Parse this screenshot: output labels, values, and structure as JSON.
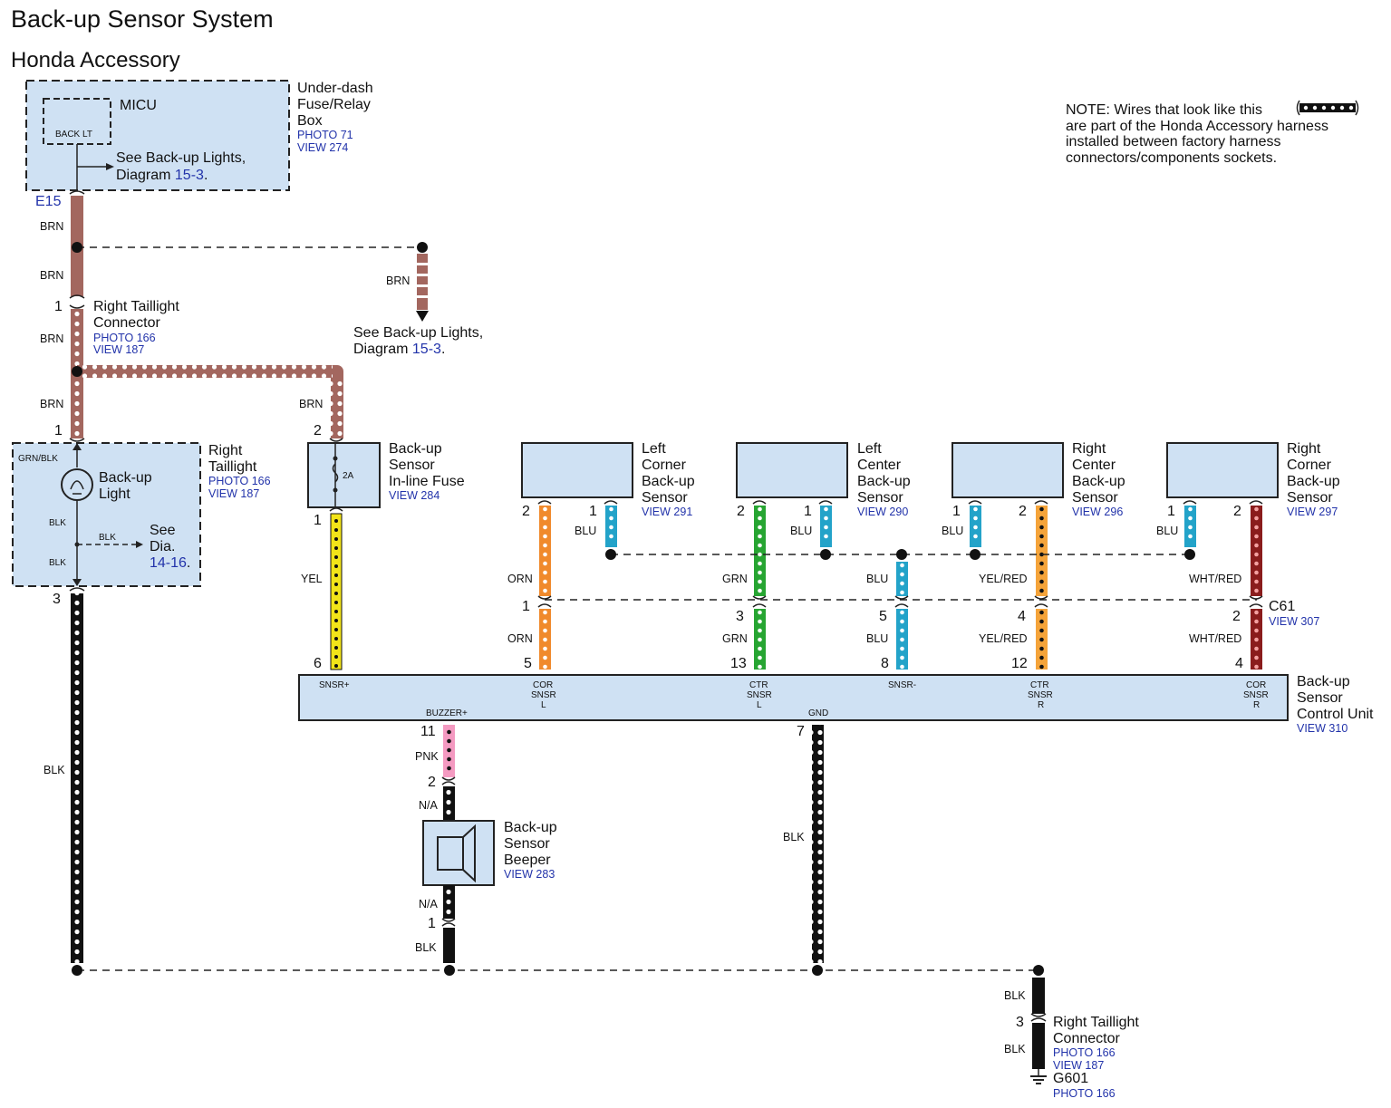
{
  "title": "Back-up Sensor System",
  "subtitle": "Honda Accessory",
  "note": [
    "NOTE: Wires that look like this",
    "are part of the Honda Accessory harness",
    "installed between factory harness",
    "connectors/components sockets."
  ],
  "colors": {
    "BRN": "#a3675f",
    "BLK": "#111111",
    "YEL": "#f2e419",
    "ORN": "#f08a2c",
    "GRN": "#27a532",
    "BLU": "#23a3c9",
    "YEL/RED": "#f5a43a",
    "WHT/RED": "#8a1c1c",
    "PNK": "#f49ac1",
    "box_fill": "#cfe1f3",
    "ref_text": "#2233aa"
  },
  "components": {
    "fuse_box": {
      "name": [
        "Under-dash",
        "Fuse/Relay",
        "Box"
      ],
      "photo": "PHOTO 71",
      "view": "VIEW 274",
      "micu": "MICU",
      "back_lt": "BACK LT",
      "see": "See Back-up Lights,",
      "see2": "Diagram ",
      "see_ref": "15-3",
      "connector": "E15"
    },
    "taillight_conn_top": {
      "name": [
        "Right Taillight",
        "Connector"
      ],
      "photo": "PHOTO 166",
      "view": "VIEW 187"
    },
    "see_backup_lights": {
      "line1": "See Back-up Lights,",
      "line2": "Diagram ",
      "ref": "15-3"
    },
    "right_taillight": {
      "name": [
        "Right",
        "Taillight"
      ],
      "photo": "PHOTO 166",
      "view": "VIEW 187",
      "lamp": [
        "Back-up",
        "Light"
      ],
      "see": [
        "See",
        "Dia."
      ],
      "see_ref": "14-16"
    },
    "inline_fuse": {
      "name": [
        "Back-up",
        "Sensor",
        "In-line Fuse"
      ],
      "view": "VIEW 284",
      "rating": "2A"
    },
    "left_corner": {
      "name": [
        "Left",
        "Corner",
        "Back-up",
        "Sensor"
      ],
      "view": "VIEW 291"
    },
    "left_center": {
      "name": [
        "Left",
        "Center",
        "Back-up",
        "Sensor"
      ],
      "view": "VIEW 290"
    },
    "right_center": {
      "name": [
        "Right",
        "Center",
        "Back-up",
        "Sensor"
      ],
      "view": "VIEW 296"
    },
    "right_corner": {
      "name": [
        "Right",
        "Corner",
        "Back-up",
        "Sensor"
      ],
      "view": "VIEW 297"
    },
    "c61": {
      "name": "C61",
      "view": "VIEW 307"
    },
    "control_unit": {
      "name": [
        "Back-up",
        "Sensor",
        "Control Unit"
      ],
      "view": "VIEW 310",
      "terms": {
        "snsr_plus": "SNSR+",
        "cor_l": [
          "COR",
          "SNSR",
          "L"
        ],
        "ctr_l": [
          "CTR",
          "SNSR",
          "L"
        ],
        "snsr_minus": "SNSR-",
        "ctr_r": [
          "CTR",
          "SNSR",
          "R"
        ],
        "cor_r": [
          "COR",
          "SNSR",
          "R"
        ],
        "buzzer": "BUZZER+",
        "gnd": "GND"
      }
    },
    "beeper": {
      "name": [
        "Back-up",
        "Sensor",
        "Beeper"
      ],
      "view": "VIEW 283"
    },
    "taillight_conn_bottom": {
      "name": [
        "Right Taillight",
        "Connector"
      ],
      "photo": "PHOTO 166",
      "view": "VIEW 187"
    },
    "g601": {
      "name": "G601",
      "photo": "PHOTO 166"
    }
  },
  "wire_labels": {
    "brn": "BRN",
    "blk": "BLK",
    "yel": "YEL",
    "orn": "ORN",
    "grn": "GRN",
    "blu": "BLU",
    "yelred": "YEL/RED",
    "whtred": "WHT/RED",
    "pnk": "PNK",
    "na": "N/A",
    "grnblk": "GRN/BLK"
  },
  "pins": {
    "p1": "1",
    "p2": "2",
    "p3": "3",
    "p4": "4",
    "p5": "5",
    "p6": "6",
    "p7": "7",
    "p8": "8",
    "p11": "11",
    "p12": "12",
    "p13": "13"
  }
}
